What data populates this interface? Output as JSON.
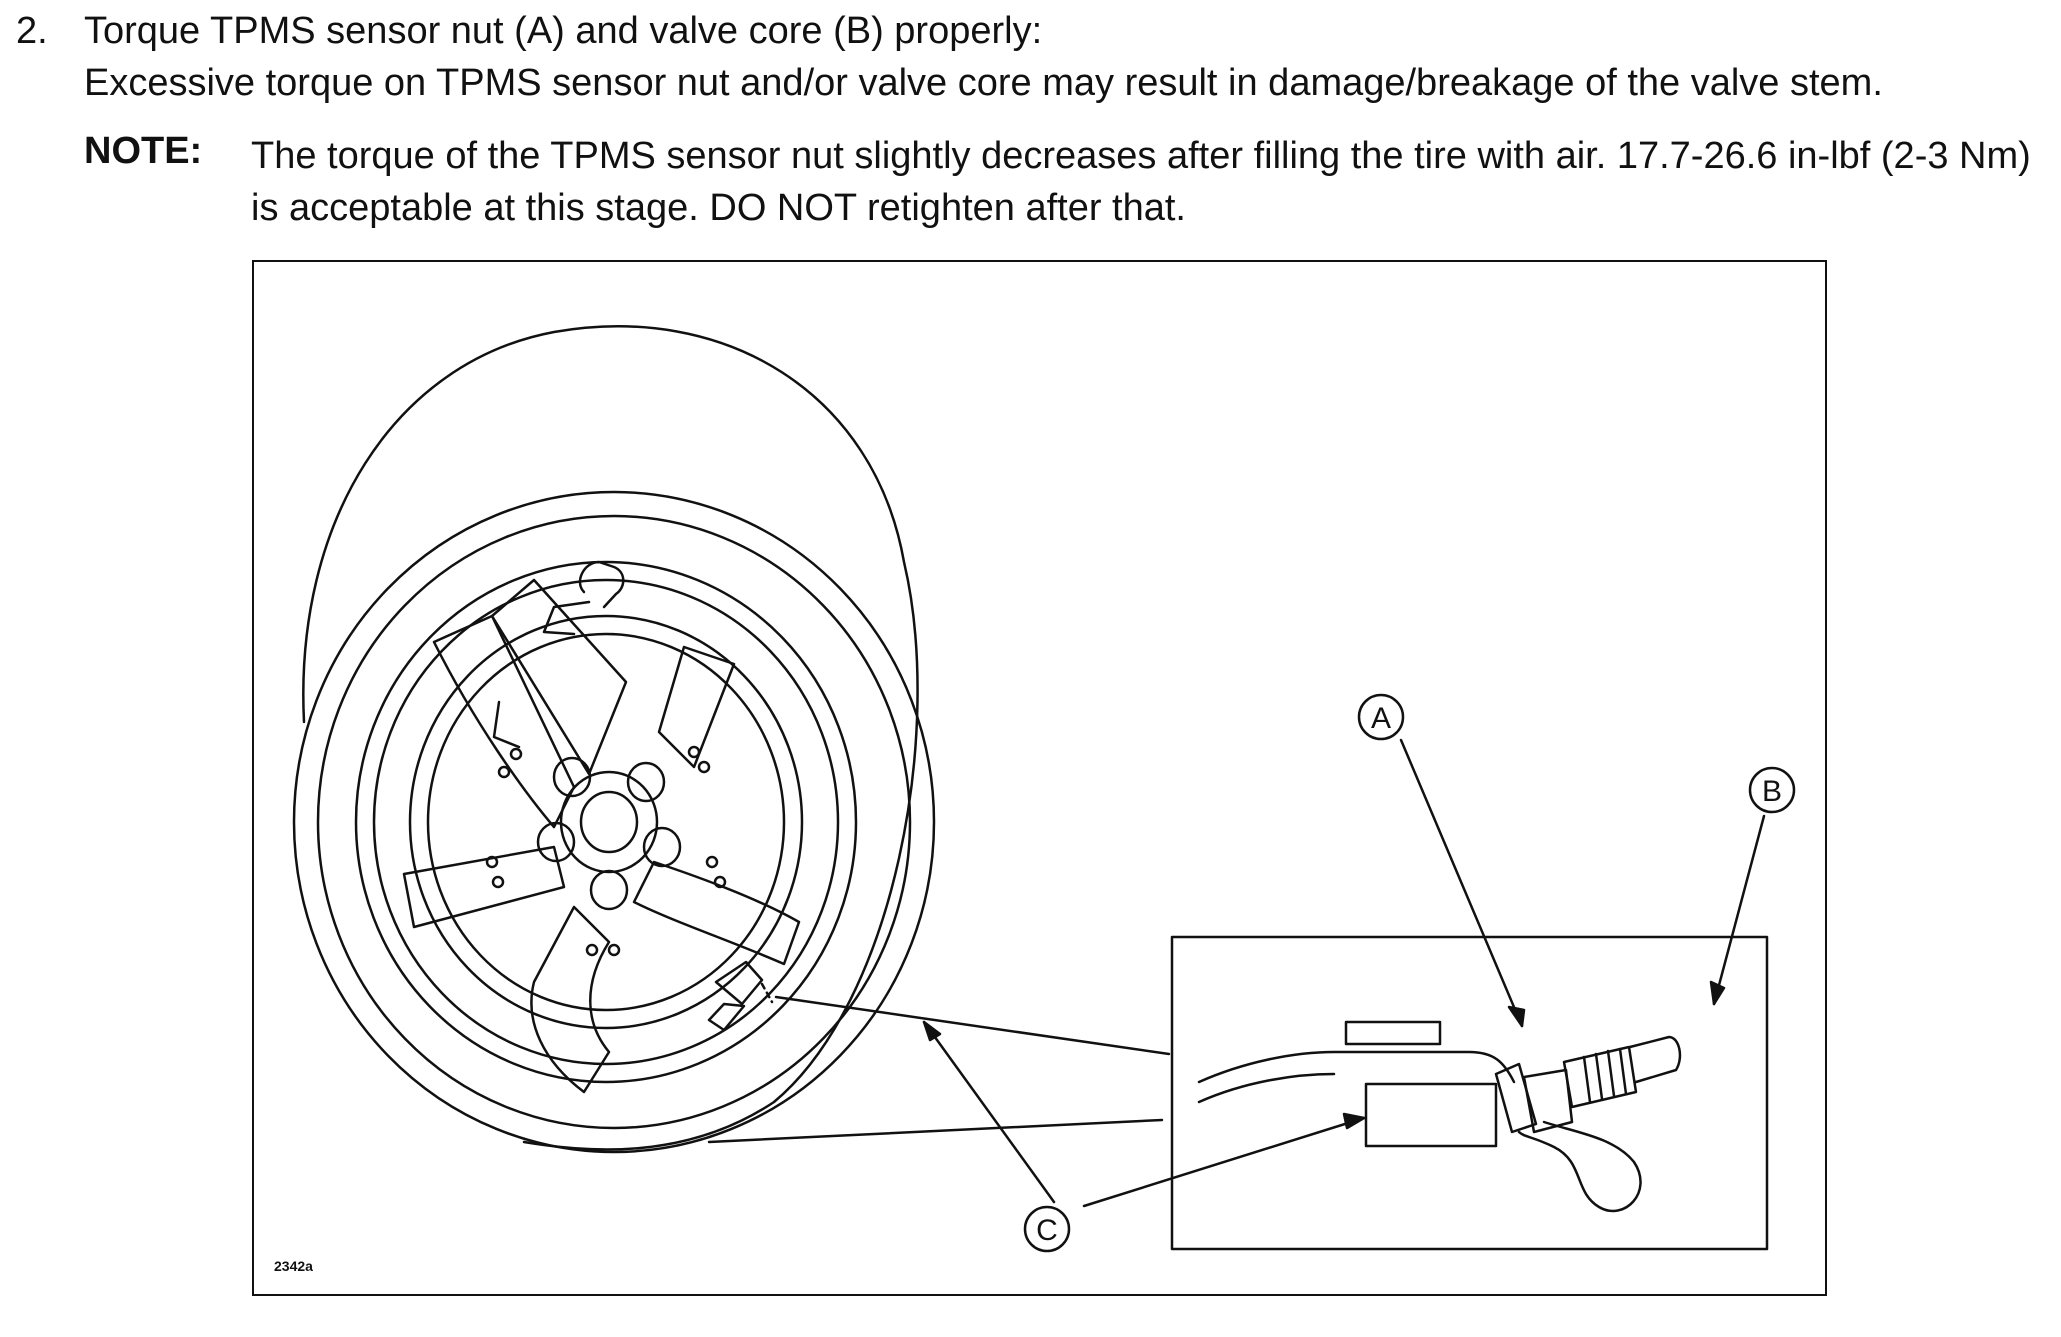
{
  "step": {
    "number": "2.",
    "title": "Torque TPMS sensor nut (A) and valve core (B) properly:",
    "warning": "Excessive torque on TPMS sensor nut and/or valve core may result in damage/breakage of the valve stem."
  },
  "note": {
    "label": "NOTE:",
    "text": "The torque of the TPMS sensor nut slightly decreases after filling the tire with air. 17.7-26.6 in-lbf (2-3 Nm) is acceptable at this stage. DO NOT retighten after that."
  },
  "figure": {
    "id": "2342a",
    "callouts": {
      "a": "A",
      "b": "B",
      "c": "C"
    }
  }
}
